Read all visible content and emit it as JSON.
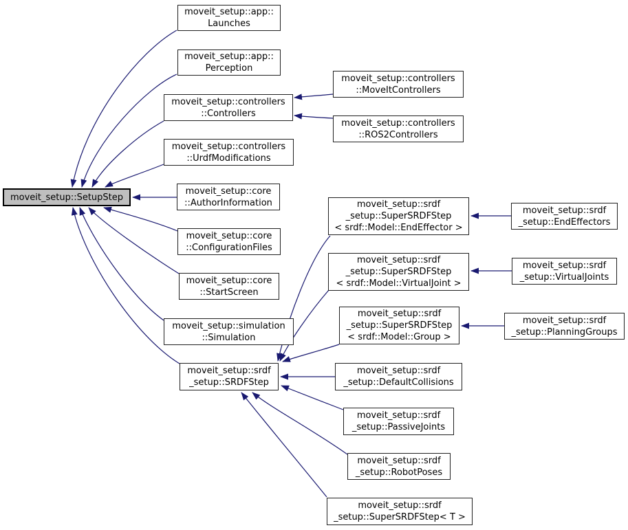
{
  "diagram": {
    "type": "class-inheritance-graph",
    "selected_node": "setup_step",
    "colors": {
      "edge": "#191970",
      "selected_fill": "#bfbfbf",
      "node_border": "#1f1f1f",
      "background": "#ffffff"
    },
    "nodes": [
      {
        "id": "launches",
        "label": "moveit_setup::app::\nLaunches"
      },
      {
        "id": "perception",
        "label": "moveit_setup::app::\nPerception"
      },
      {
        "id": "controllers",
        "label": "moveit_setup::controllers\n::Controllers"
      },
      {
        "id": "urdf_modifications",
        "label": "moveit_setup::controllers\n::UrdfModifications"
      },
      {
        "id": "moveit_controllers",
        "label": "moveit_setup::controllers\n::MoveItControllers"
      },
      {
        "id": "ros2_controllers",
        "label": "moveit_setup::controllers\n::ROS2Controllers"
      },
      {
        "id": "setup_step",
        "label": "moveit_setup::SetupStep"
      },
      {
        "id": "author_information",
        "label": "moveit_setup::core\n::AuthorInformation"
      },
      {
        "id": "configuration_files",
        "label": "moveit_setup::core\n::ConfigurationFiles"
      },
      {
        "id": "start_screen",
        "label": "moveit_setup::core\n::StartScreen"
      },
      {
        "id": "simulation",
        "label": "moveit_setup::simulation\n::Simulation"
      },
      {
        "id": "srdf_step",
        "label": "moveit_setup::srdf\n_setup::SRDFStep"
      },
      {
        "id": "super_srdf_end_effector",
        "label": "moveit_setup::srdf\n_setup::SuperSRDFStep\n< srdf::Model::EndEffector >"
      },
      {
        "id": "super_srdf_virtual_joint",
        "label": "moveit_setup::srdf\n_setup::SuperSRDFStep\n< srdf::Model::VirtualJoint >"
      },
      {
        "id": "super_srdf_group",
        "label": "moveit_setup::srdf\n_setup::SuperSRDFStep\n< srdf::Model::Group >"
      },
      {
        "id": "end_effectors",
        "label": "moveit_setup::srdf\n_setup::EndEffectors"
      },
      {
        "id": "virtual_joints",
        "label": "moveit_setup::srdf\n_setup::VirtualJoints"
      },
      {
        "id": "planning_groups",
        "label": "moveit_setup::srdf\n_setup::PlanningGroups"
      },
      {
        "id": "default_collisions",
        "label": "moveit_setup::srdf\n_setup::DefaultCollisions"
      },
      {
        "id": "passive_joints",
        "label": "moveit_setup::srdf\n_setup::PassiveJoints"
      },
      {
        "id": "robot_poses",
        "label": "moveit_setup::srdf\n_setup::RobotPoses"
      },
      {
        "id": "super_srdf_t",
        "label": "moveit_setup::srdf\n_setup::SuperSRDFStep< T >"
      }
    ],
    "edges": [
      {
        "from": "launches",
        "to": "setup_step"
      },
      {
        "from": "perception",
        "to": "setup_step"
      },
      {
        "from": "controllers",
        "to": "setup_step"
      },
      {
        "from": "urdf_modifications",
        "to": "setup_step"
      },
      {
        "from": "author_information",
        "to": "setup_step"
      },
      {
        "from": "configuration_files",
        "to": "setup_step"
      },
      {
        "from": "start_screen",
        "to": "setup_step"
      },
      {
        "from": "simulation",
        "to": "setup_step"
      },
      {
        "from": "srdf_step",
        "to": "setup_step"
      },
      {
        "from": "moveit_controllers",
        "to": "controllers"
      },
      {
        "from": "ros2_controllers",
        "to": "controllers"
      },
      {
        "from": "super_srdf_end_effector",
        "to": "srdf_step"
      },
      {
        "from": "super_srdf_virtual_joint",
        "to": "srdf_step"
      },
      {
        "from": "super_srdf_group",
        "to": "srdf_step"
      },
      {
        "from": "default_collisions",
        "to": "srdf_step"
      },
      {
        "from": "passive_joints",
        "to": "srdf_step"
      },
      {
        "from": "robot_poses",
        "to": "srdf_step"
      },
      {
        "from": "super_srdf_t",
        "to": "srdf_step"
      },
      {
        "from": "end_effectors",
        "to": "super_srdf_end_effector"
      },
      {
        "from": "virtual_joints",
        "to": "super_srdf_virtual_joint"
      },
      {
        "from": "planning_groups",
        "to": "super_srdf_group"
      }
    ]
  }
}
